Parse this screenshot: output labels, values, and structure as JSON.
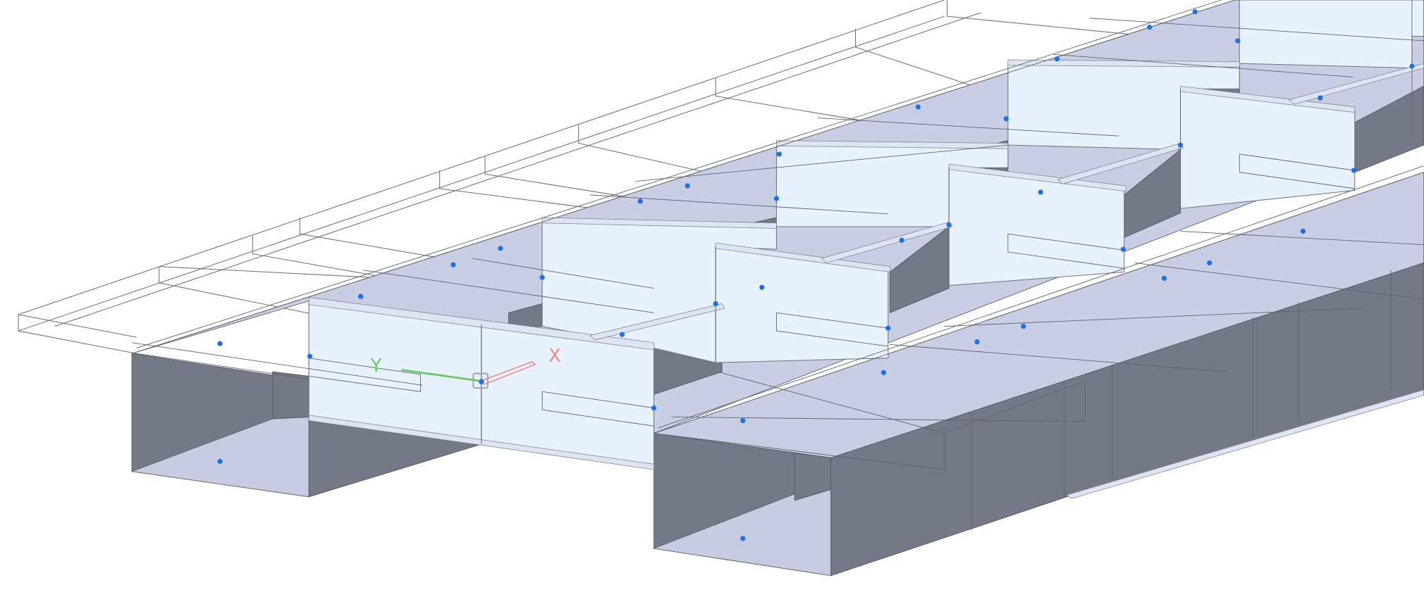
{
  "viewport": {
    "type": "3d-cad-model-view",
    "background": "#ffffff"
  },
  "triad": {
    "x_label": "X",
    "y_label": "Y",
    "x_color": "#f08a84",
    "y_color": "#6cc96a",
    "origin_marker": "square-grip"
  },
  "colors": {
    "top_face": "#c8cfe5",
    "side_face": "#737986",
    "panel_face": "#e8f2fc",
    "wireframe_edge": "#6b6e74",
    "grip_point": "#1f6fe6"
  }
}
